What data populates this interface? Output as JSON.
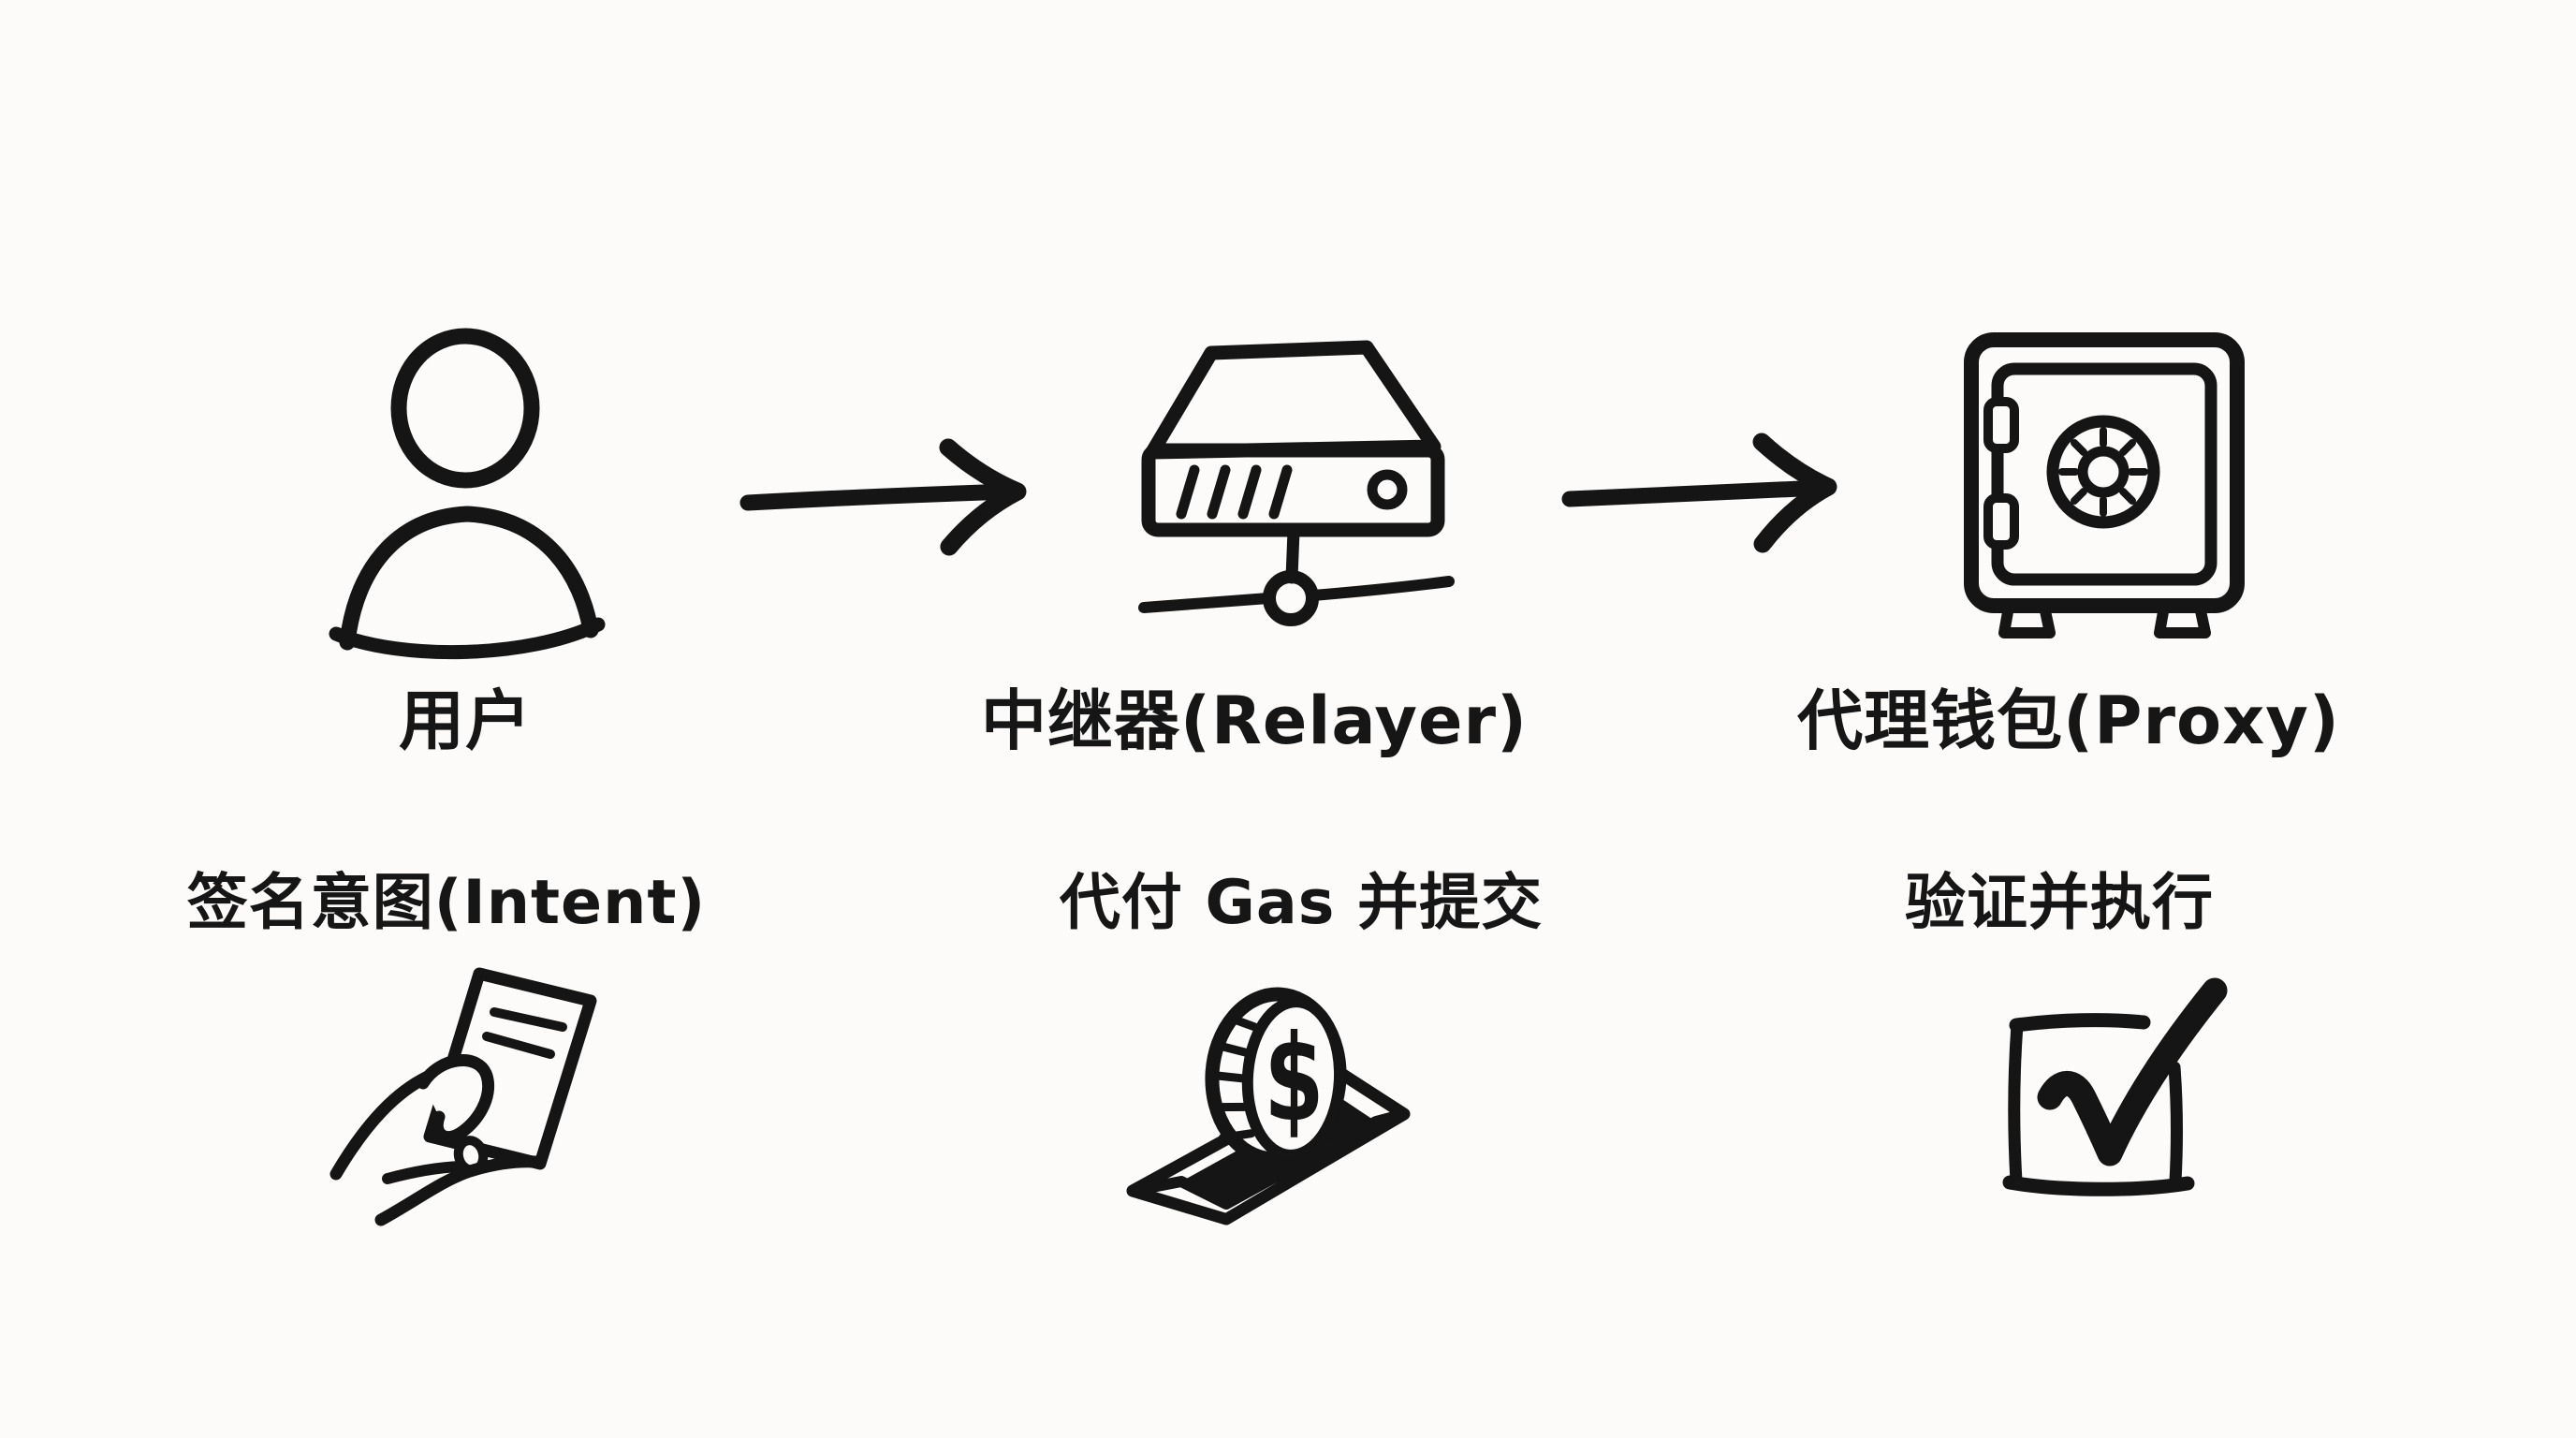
{
  "canvas": {
    "background_color": "#fcfbf9",
    "ink_color": "#151515"
  },
  "flow": {
    "columns": [
      {
        "id": "user",
        "icon": "person-icon",
        "role_label": "用户",
        "action_label": "签名意图(Intent)",
        "action_icon": "hand-holding-signed-document-icon"
      },
      {
        "id": "relayer",
        "icon": "network-server-icon",
        "role_label": "中继器(Relayer)",
        "action_label": "代付 Gas 并提交",
        "action_icon": "coin-into-slot-icon",
        "coin_symbol": "$"
      },
      {
        "id": "proxy",
        "icon": "safe-vault-icon",
        "role_label": "代理钱包(Proxy)",
        "action_label": "验证并执行",
        "action_icon": "checked-checkbox-icon"
      }
    ],
    "arrows": [
      {
        "from": "user",
        "to": "relayer"
      },
      {
        "from": "relayer",
        "to": "proxy"
      }
    ]
  }
}
